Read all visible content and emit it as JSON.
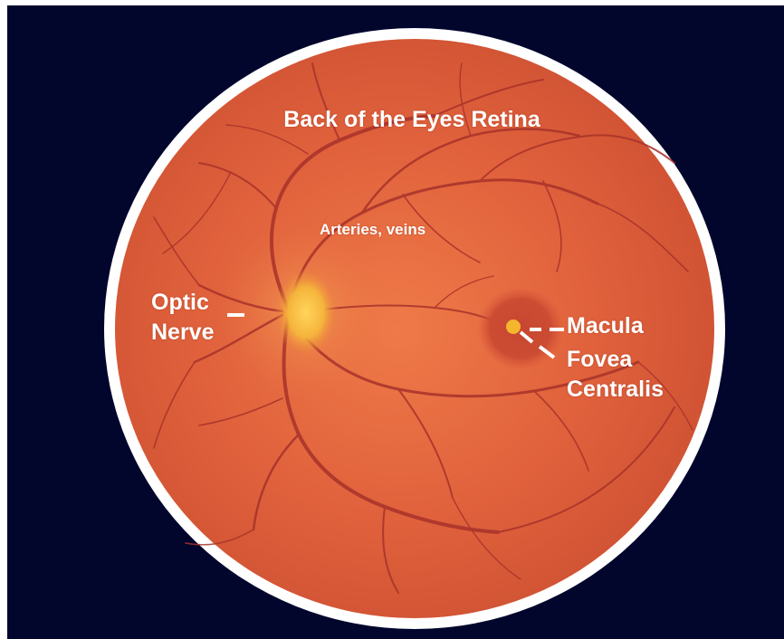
{
  "title": "Back of the Eyes Retina",
  "labels": {
    "vessels": "Arteries, veins",
    "optic_nerve": [
      "Optic",
      "Nerve"
    ],
    "macula": "Macula",
    "fovea_centralis": [
      "Fovea",
      "Centralis"
    ]
  },
  "colors": {
    "background": "#02062d",
    "rim": "#ffffff",
    "retina": "#e0613c",
    "vessel": "#a8322a",
    "optic_disc": "#f2b53a",
    "fovea": "#f4b62d",
    "text": "#ffffff"
  }
}
